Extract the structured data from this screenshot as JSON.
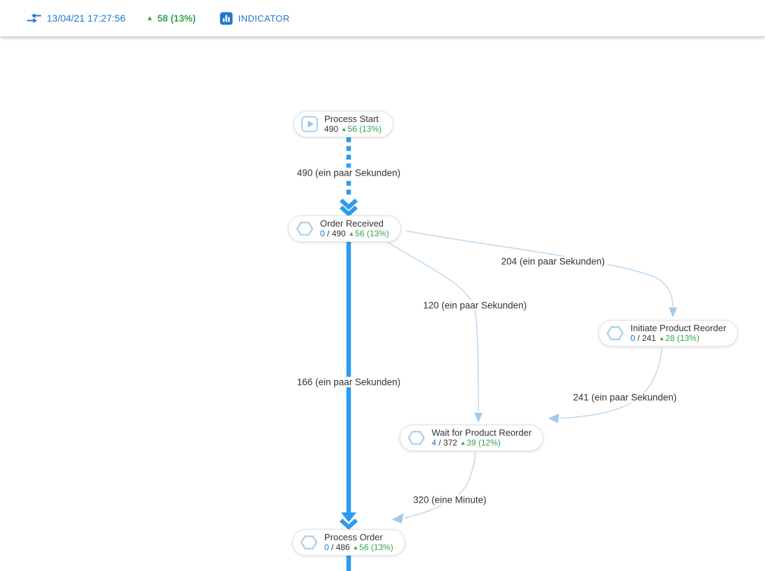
{
  "header": {
    "timestamp": "13/04/21 17:27:56",
    "delta_arrow": "▲",
    "delta": "58 (13%)",
    "indicator_label": "INDICATOR",
    "accent_blue": "#1f78cc",
    "accent_green": "#35a24d"
  },
  "diagram": {
    "colors": {
      "flow_strong": "#2d9cf0",
      "flow_light": "#bdd9f1",
      "arrow_light": "#a5c9e8"
    },
    "nodes": [
      {
        "title": "Process Start",
        "current": "",
        "sep": "",
        "total": "490",
        "delta_arrow": "▲",
        "delta": "56 (13%)",
        "icon": "play-icon"
      },
      {
        "title": "Order Received",
        "current": "0",
        "sep": " / ",
        "total": "490",
        "delta_arrow": "▲",
        "delta": "56 (13%)",
        "icon": "hexagon-icon"
      },
      {
        "title": "Initiate Product Reorder",
        "current": "0",
        "sep": " / ",
        "total": "241",
        "delta_arrow": "▲",
        "delta": "28 (13%)",
        "icon": "hexagon-icon"
      },
      {
        "title": "Wait for Product Reorder",
        "current": "4",
        "sep": " / ",
        "total": "372",
        "delta_arrow": "▲",
        "delta": "39 (12%)",
        "icon": "hexagon-icon"
      },
      {
        "title": "Process Order",
        "current": "0",
        "sep": " / ",
        "total": "486",
        "delta_arrow": "▲",
        "delta": "56 (13%)",
        "icon": "hexagon-icon"
      }
    ],
    "edge_labels": [
      {
        "label": "490 (ein paar Sekunden)"
      },
      {
        "label": "166 (ein paar Sekunden)"
      },
      {
        "label": "204 (ein paar Sekunden)"
      },
      {
        "label": "120 (ein paar Sekunden)"
      },
      {
        "label": "241 (ein paar Sekunden)"
      },
      {
        "label": "320 (eine Minute)"
      }
    ]
  }
}
